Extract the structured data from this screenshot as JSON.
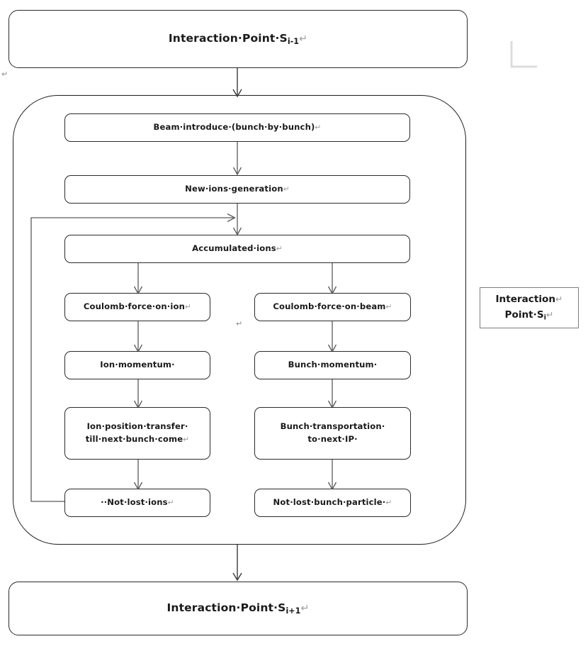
{
  "diagram": {
    "title": "Beam-ion interaction simulation flowchart",
    "type": "flowchart",
    "colors": {
      "node_border": "#2b2b2b",
      "group_border": "#1f1f1f",
      "connector": "#5a5a5a",
      "text": "#1a1a1a",
      "mark": "#9a9a9a",
      "guide": "#dcdcdc",
      "background": "#ffffff"
    }
  },
  "nodes": {
    "ip_prev": {
      "label_main": "Interaction·Point·S",
      "label_sub": "i-1",
      "mark": "↵"
    },
    "ip_next": {
      "label_main": "Interaction·Point·S",
      "label_sub": "i+1",
      "mark": "↵"
    },
    "beam_introduce": {
      "line1": "Beam·introduce·(bunch·by·bunch)",
      "mark": "↵"
    },
    "new_ions": {
      "line1": "New·ions·generation",
      "mark": "↵"
    },
    "accumulated_ions": {
      "line1": "Accumulated·ions",
      "mark": "↵"
    },
    "coulomb_on_ion": {
      "line1": "Coulomb·force·on·ion",
      "mark": "↵"
    },
    "coulomb_on_beam": {
      "line1": "Coulomb·force·on·beam",
      "mark": "↵"
    },
    "ion_momentum": {
      "line1": "Ion·momentum·",
      "mark": ""
    },
    "bunch_momentum": {
      "line1": "Bunch·momentum·",
      "mark": ""
    },
    "ion_position_transfer": {
      "line1": "Ion·position·transfer·",
      "line2": "till·next·bunch·come",
      "mark": "↵"
    },
    "bunch_transportation": {
      "line1": "Bunch·transportation·",
      "line2": "to·next·IP·",
      "mark": ""
    },
    "not_lost_ions": {
      "line1": "··Not·lost·ions",
      "mark": "↵"
    },
    "not_lost_bunch": {
      "line1": "Not·lost·bunch·particle·",
      "mark": "↵"
    }
  },
  "annotations": {
    "ip_current": {
      "line1": "Interaction",
      "mark1": "↵",
      "line2_main": "Point·S",
      "line2_sub": "i",
      "mark2": "↵"
    },
    "stray_pilcrow_left": "↵",
    "stray_pilcrow_mid": "↵"
  },
  "edges": [
    {
      "name": "ip-prev-to-beam-introduce",
      "from": "ip_prev",
      "to": "beam_introduce"
    },
    {
      "name": "beam-introduce-to-new-ions",
      "from": "beam_introduce",
      "to": "new_ions"
    },
    {
      "name": "new-ions-to-accumulated-ions",
      "from": "new_ions",
      "to": "accumulated_ions"
    },
    {
      "name": "accumulated-ions-to-coulomb-on-ion",
      "from": "accumulated_ions",
      "to": "coulomb_on_ion"
    },
    {
      "name": "accumulated-ions-to-coulomb-on-beam",
      "from": "accumulated_ions",
      "to": "coulomb_on_beam"
    },
    {
      "name": "coulomb-on-ion-to-ion-momentum",
      "from": "coulomb_on_ion",
      "to": "ion_momentum"
    },
    {
      "name": "coulomb-on-beam-to-bunch-momentum",
      "from": "coulomb_on_beam",
      "to": "bunch_momentum"
    },
    {
      "name": "ion-momentum-to-ion-position-transfer",
      "from": "ion_momentum",
      "to": "ion_position_transfer"
    },
    {
      "name": "bunch-momentum-to-bunch-transportation",
      "from": "bunch_momentum",
      "to": "bunch_transportation"
    },
    {
      "name": "ion-position-transfer-to-not-lost-ions",
      "from": "ion_position_transfer",
      "to": "not_lost_ions"
    },
    {
      "name": "bunch-transportation-to-not-lost-bunch",
      "from": "bunch_transportation",
      "to": "not_lost_bunch"
    },
    {
      "name": "feedback-not-lost-ions-to-accumulated-ions",
      "from": "not_lost_ions",
      "to": "accumulated_ions"
    },
    {
      "name": "group-to-ip-next",
      "from": "group",
      "to": "ip_next"
    }
  ]
}
